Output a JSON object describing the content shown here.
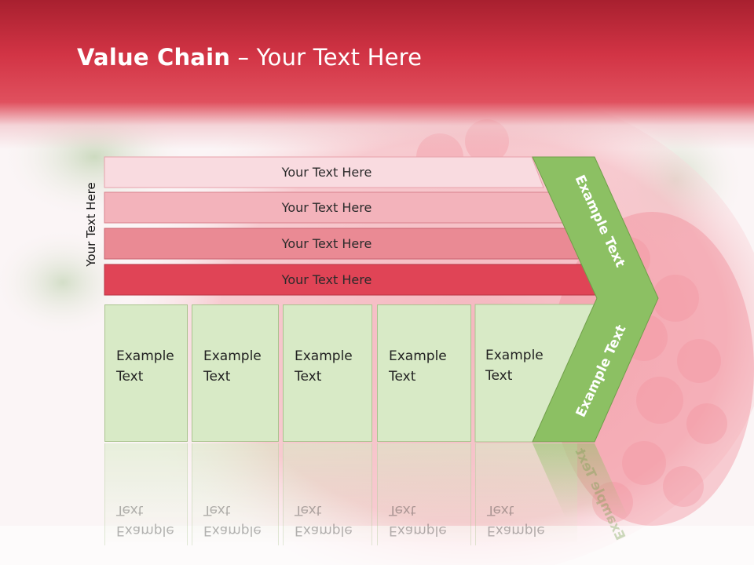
{
  "slide": {
    "title_bold": "Value Chain",
    "title_rest": " – Your Text Here",
    "side_label": "Your Text Here"
  },
  "bars": [
    {
      "label": "Your Text Here",
      "color": "#f9dbe0"
    },
    {
      "label": "Your Text Here",
      "color": "#f3b3bb"
    },
    {
      "label": "Your Text Here",
      "color": "#ea8a94"
    },
    {
      "label": "Your Text Here",
      "color": "#e04456"
    }
  ],
  "boxes": [
    {
      "line1": "Example",
      "line2": "Text"
    },
    {
      "line1": "Example",
      "line2": "Text"
    },
    {
      "line1": "Example",
      "line2": "Text"
    },
    {
      "line1": "Example",
      "line2": "Text"
    },
    {
      "line1": "Example",
      "line2": "Text"
    }
  ],
  "chevron": {
    "upper_label": "Example Text",
    "lower_label": "Example Text",
    "color": "#8cc063"
  },
  "colors": {
    "header_top": "#a8202f",
    "header_mid": "#d23445",
    "box_fill": "#d8eac6"
  }
}
